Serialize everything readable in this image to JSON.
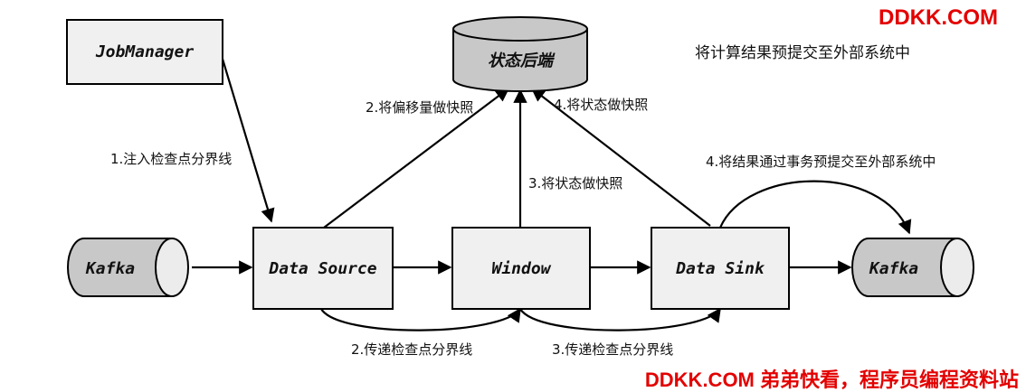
{
  "watermark_top": "DDKK.COM",
  "watermark_bottom": "DDKK.COM 弟弟快看，程序员编程资料站",
  "note_top_right": "将计算结果预提交至外部系统中",
  "nodes": {
    "jobmanager": "JobManager",
    "state_backend": "状态后端",
    "kafka_source": "Kafka",
    "data_source": "Data Source",
    "window": "Window",
    "data_sink": "Data Sink",
    "kafka_sink": "Kafka"
  },
  "edges": {
    "inject_barrier": "1.注入检查点分界线",
    "snapshot_offset": "2.将偏移量做快照",
    "window_snapshot": "3.将状态做快照",
    "sink_snapshot": "4.将状态做快照",
    "sink_precommit": "4.将结果通过事务预提交至外部系统中",
    "barrier_to_window": "2.传递检查点分界线",
    "barrier_to_sink": "3.传递检查点分界线"
  }
}
